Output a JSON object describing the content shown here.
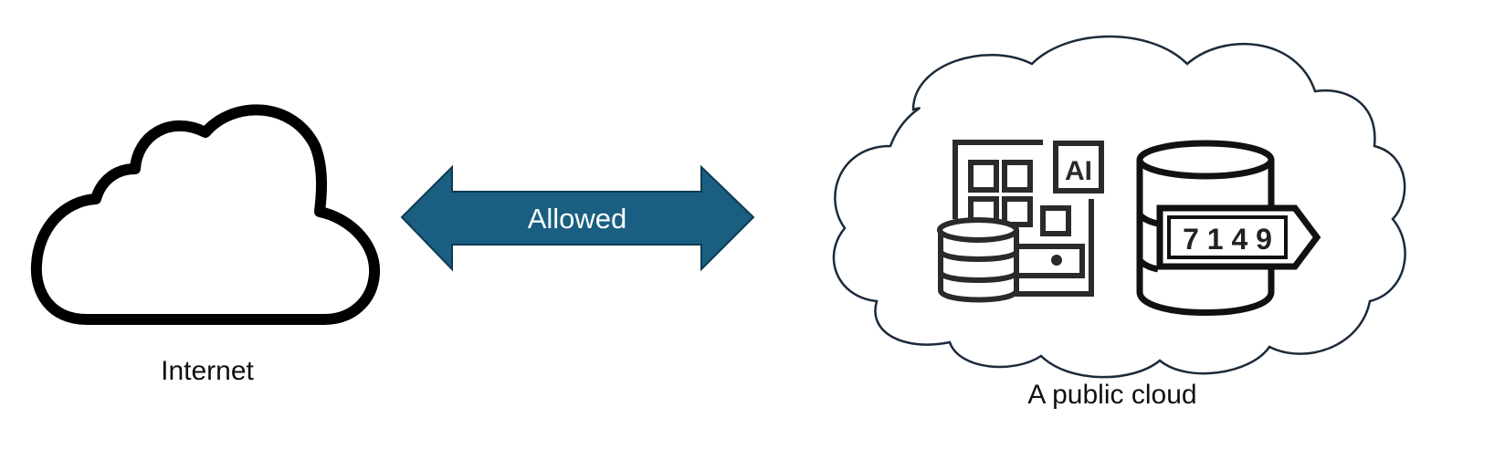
{
  "nodes": {
    "internet": {
      "label": "Internet",
      "icon": "cloud-icon"
    },
    "public_cloud": {
      "label": "A public cloud",
      "icon": "cloud-icon"
    }
  },
  "connection": {
    "label": "Allowed",
    "direction": "bidirectional",
    "color": "#1a5f82"
  },
  "icons": {
    "ai_badge": "AI",
    "tag_digits": "7 1 4 9"
  }
}
